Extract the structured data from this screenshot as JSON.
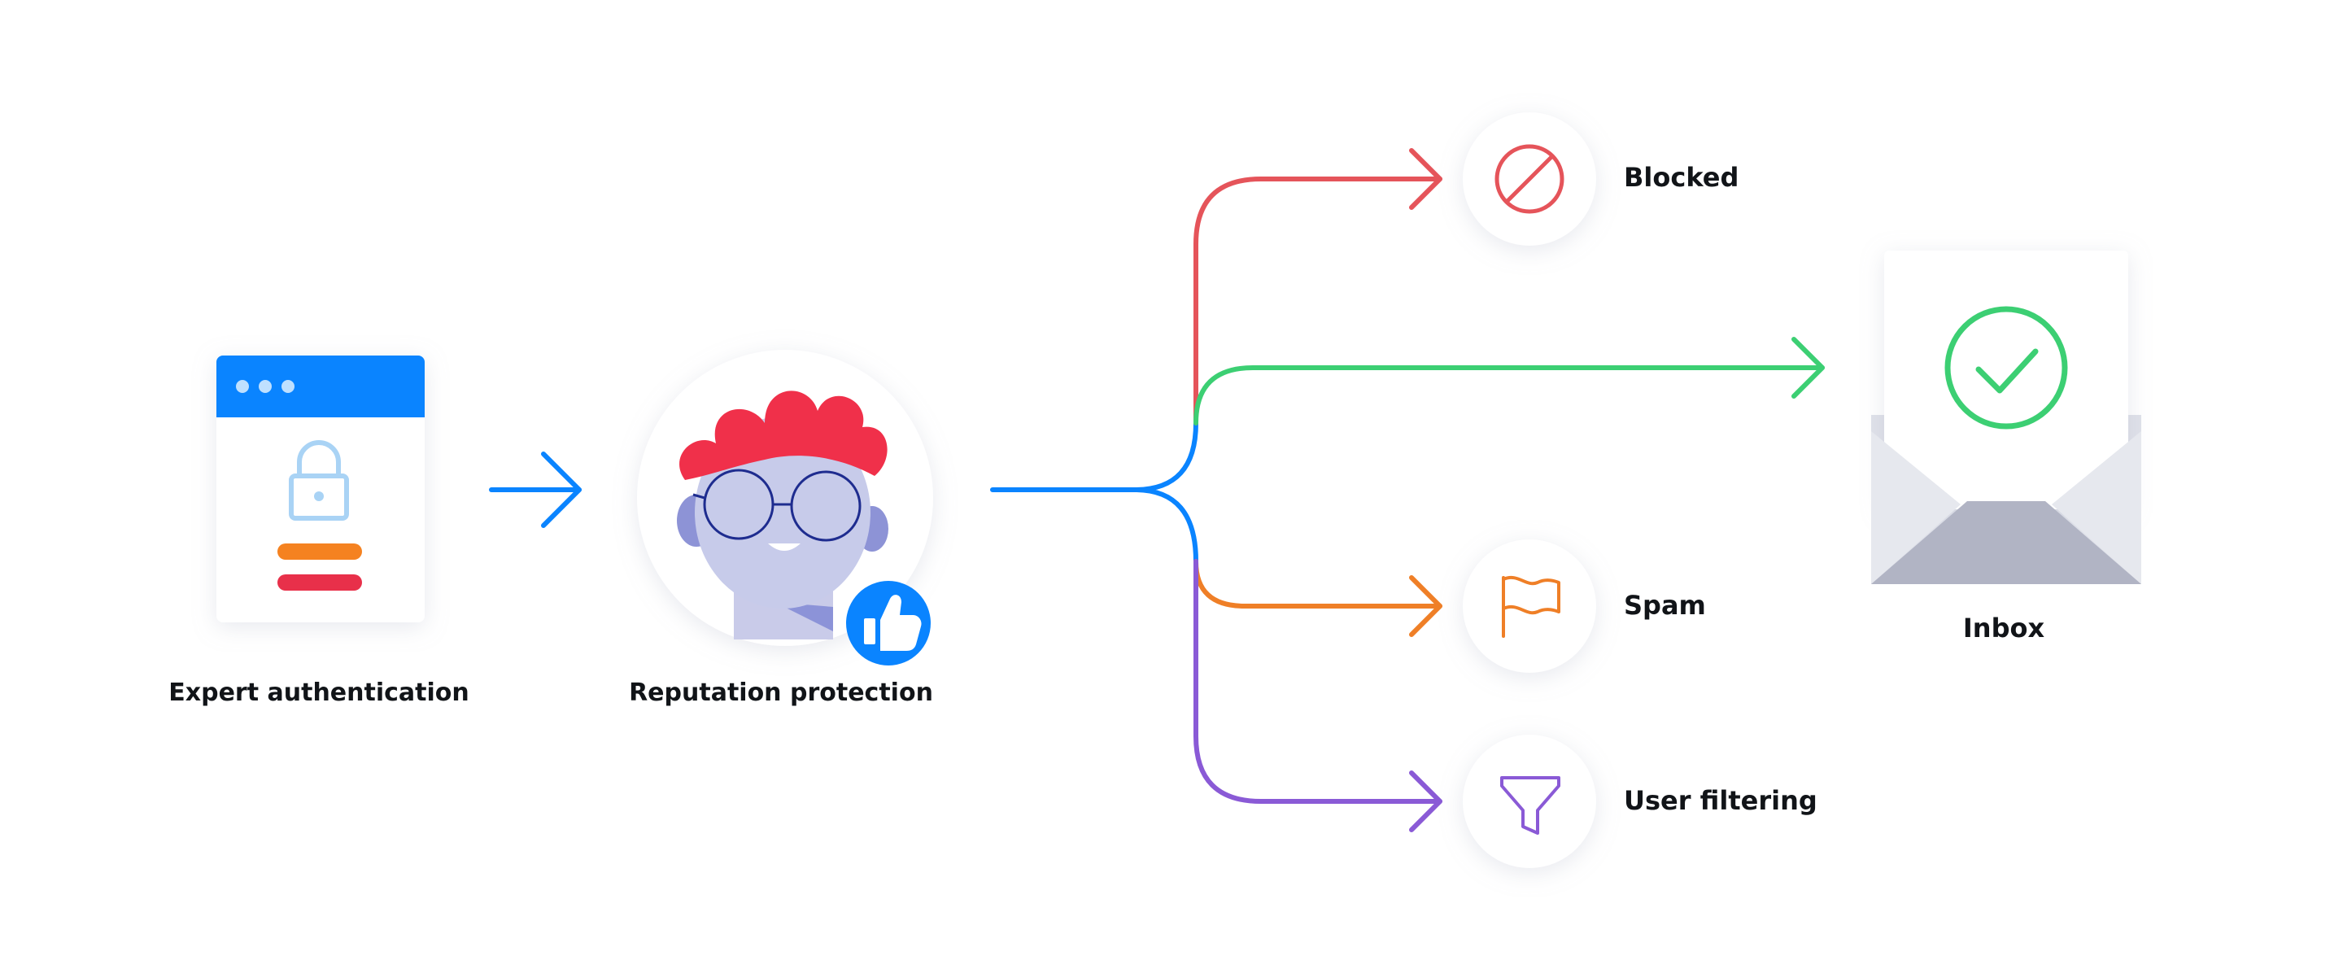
{
  "diagram": {
    "auth_label": "Expert authentication",
    "reputation_label": "Reputation protection",
    "outcomes": {
      "blocked": "Blocked",
      "inbox": "Inbox",
      "spam": "Spam",
      "filtering": "User filtering"
    }
  },
  "colors": {
    "primary_blue": "#0a84ff",
    "blocked_red": "#e5545a",
    "inbox_green": "#3ccf73",
    "spam_orange": "#ef7f27",
    "filtering_purple": "#8a5ad6",
    "face_lavender": "#c7cbea",
    "hair_red": "#f0304a",
    "envelope_gray": "#dfe1e9",
    "envelope_dark": "#b1b4c4",
    "circle_shadow": "#e9ebf1"
  }
}
